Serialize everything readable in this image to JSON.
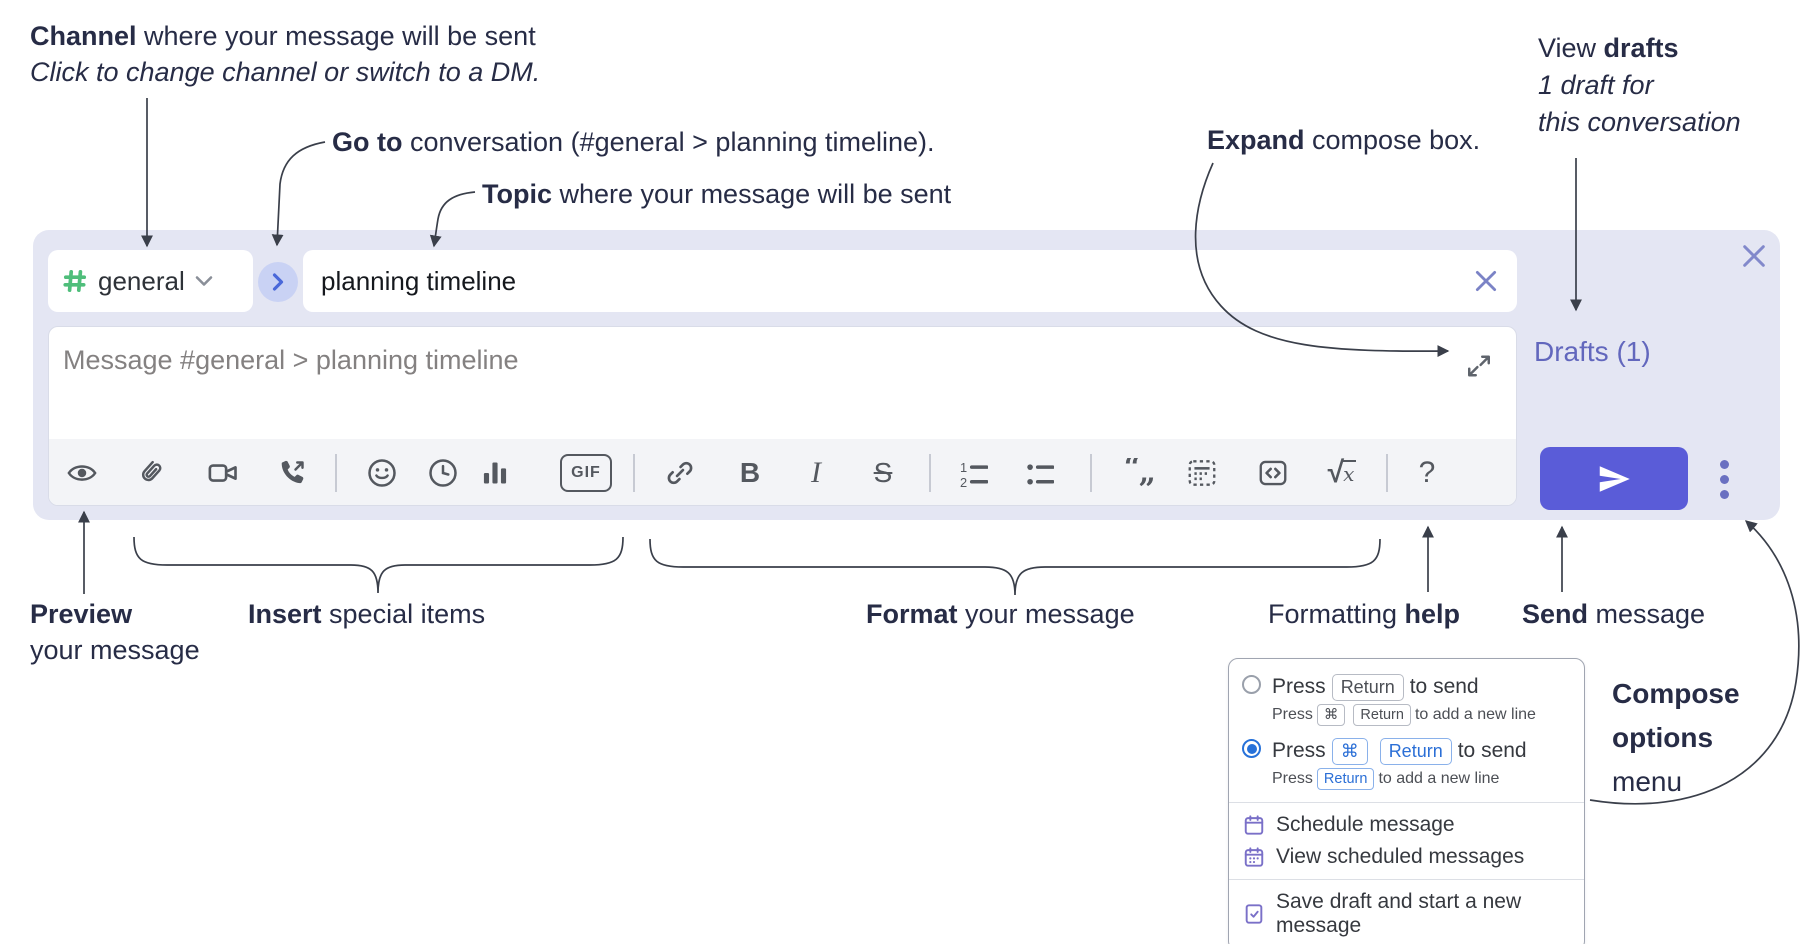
{
  "colors": {
    "panel_bg": "#e4e6f3",
    "send_button": "#5a5cd8",
    "drafts_link": "#6267bd",
    "hash_green": "#4fbe7b",
    "go_chevron_blue": "#4a68d9",
    "key_blue": "#2b6fd6",
    "radio_selected": "#2671d9",
    "popup_icon_purple": "#7a70c8",
    "toolbar_icon_gray": "#54585f",
    "annotation_text": "#272c46"
  },
  "annotations": {
    "channel": {
      "bold": "Channel",
      "rest": " where your message will be sent",
      "sub": "Click to change channel or switch to a DM."
    },
    "goto": {
      "bold": "Go to",
      "rest": " conversation (#general > planning timeline)."
    },
    "topic": {
      "bold": "Topic",
      "rest": " where your message will be sent"
    },
    "expand": {
      "bold": "Expand",
      "rest": " compose box."
    },
    "view_drafts": {
      "pre": "View ",
      "bold": "drafts",
      "line2": "1 draft for",
      "line3": "this conversation"
    },
    "preview": {
      "bold": "Preview",
      "line2": "your message"
    },
    "insert": {
      "bold": "Insert",
      "rest": " special items"
    },
    "format": {
      "bold": "Format",
      "rest": " your message"
    },
    "help": {
      "pre": "Formatting ",
      "bold": "help"
    },
    "send": {
      "bold": "Send",
      "rest": " message"
    },
    "compose_options": {
      "line1": "Compose",
      "line2": "options",
      "line3": "menu"
    }
  },
  "compose": {
    "channel_name": "general",
    "topic_value": "planning timeline",
    "message_placeholder": "Message #general > planning timeline",
    "drafts_link": "Drafts (1)",
    "toolbar": {
      "gif": "GIF",
      "bold": "B",
      "italic": "I",
      "strike": "S",
      "math_x": "x",
      "help": "?"
    }
  },
  "popup": {
    "option1": {
      "pre": "Press",
      "key": "Return",
      "post": "to send",
      "sub_pre": "Press",
      "sub_key1": "⌘",
      "sub_key2": "Return",
      "sub_post": "to add a new line"
    },
    "option2": {
      "pre": "Press",
      "key1": "⌘",
      "key2": "Return",
      "post": "to send",
      "sub_pre": "Press",
      "sub_key": "Return",
      "sub_post": "to add a new line"
    },
    "items": {
      "schedule": "Schedule message",
      "view_scheduled": "View scheduled messages",
      "save_draft": "Save draft and start a new message"
    }
  }
}
